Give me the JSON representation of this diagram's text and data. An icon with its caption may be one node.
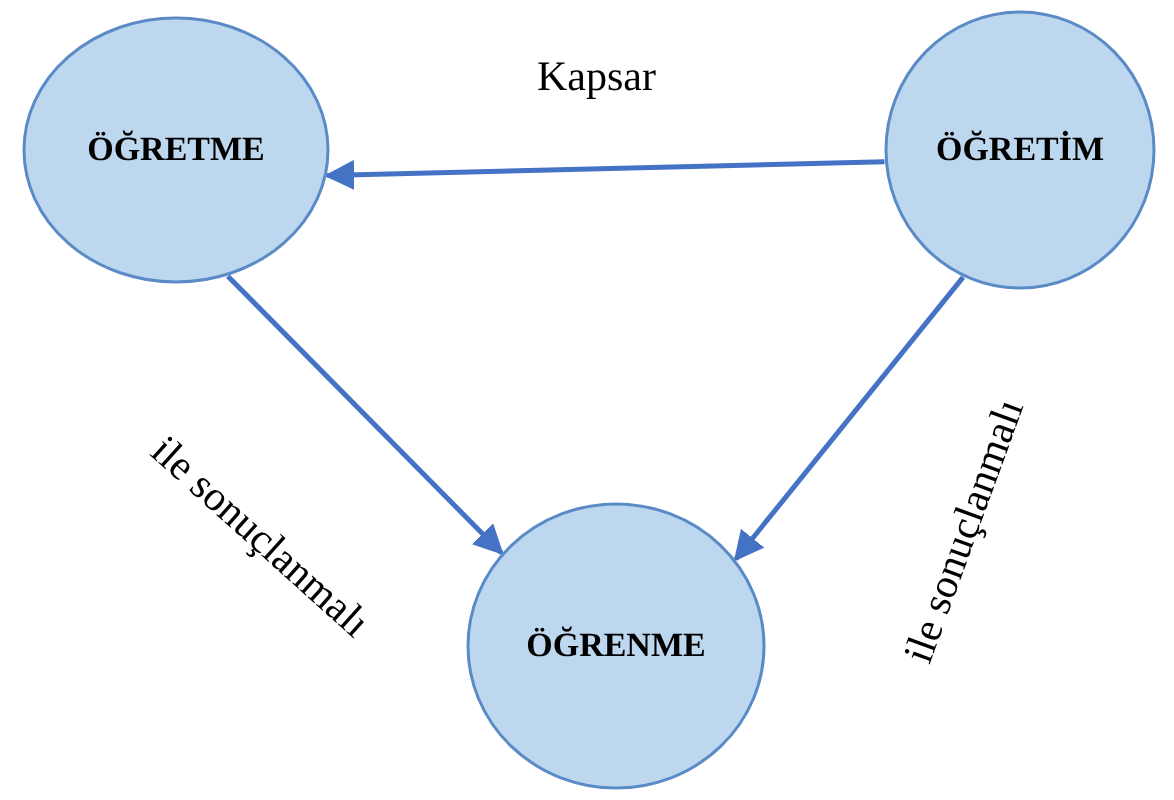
{
  "diagram": {
    "nodes": [
      {
        "text": [
          "ÖĞRETME"
        ]
      },
      {
        "text": [
          "ÖĞRETİM"
        ]
      },
      {
        "text": [
          "ÖĞRENME"
        ]
      }
    ],
    "edges": [
      {
        "from": 1,
        "to": 0,
        "arrow": "to",
        "label": "Kapsar"
      },
      {
        "from": 0,
        "to": 2,
        "arrow": "to",
        "label": "ile sonuçlanmalı"
      },
      {
        "from": 1,
        "to": 2,
        "arrow": "to",
        "label": "ile sonuçlanmalı"
      }
    ]
  }
}
